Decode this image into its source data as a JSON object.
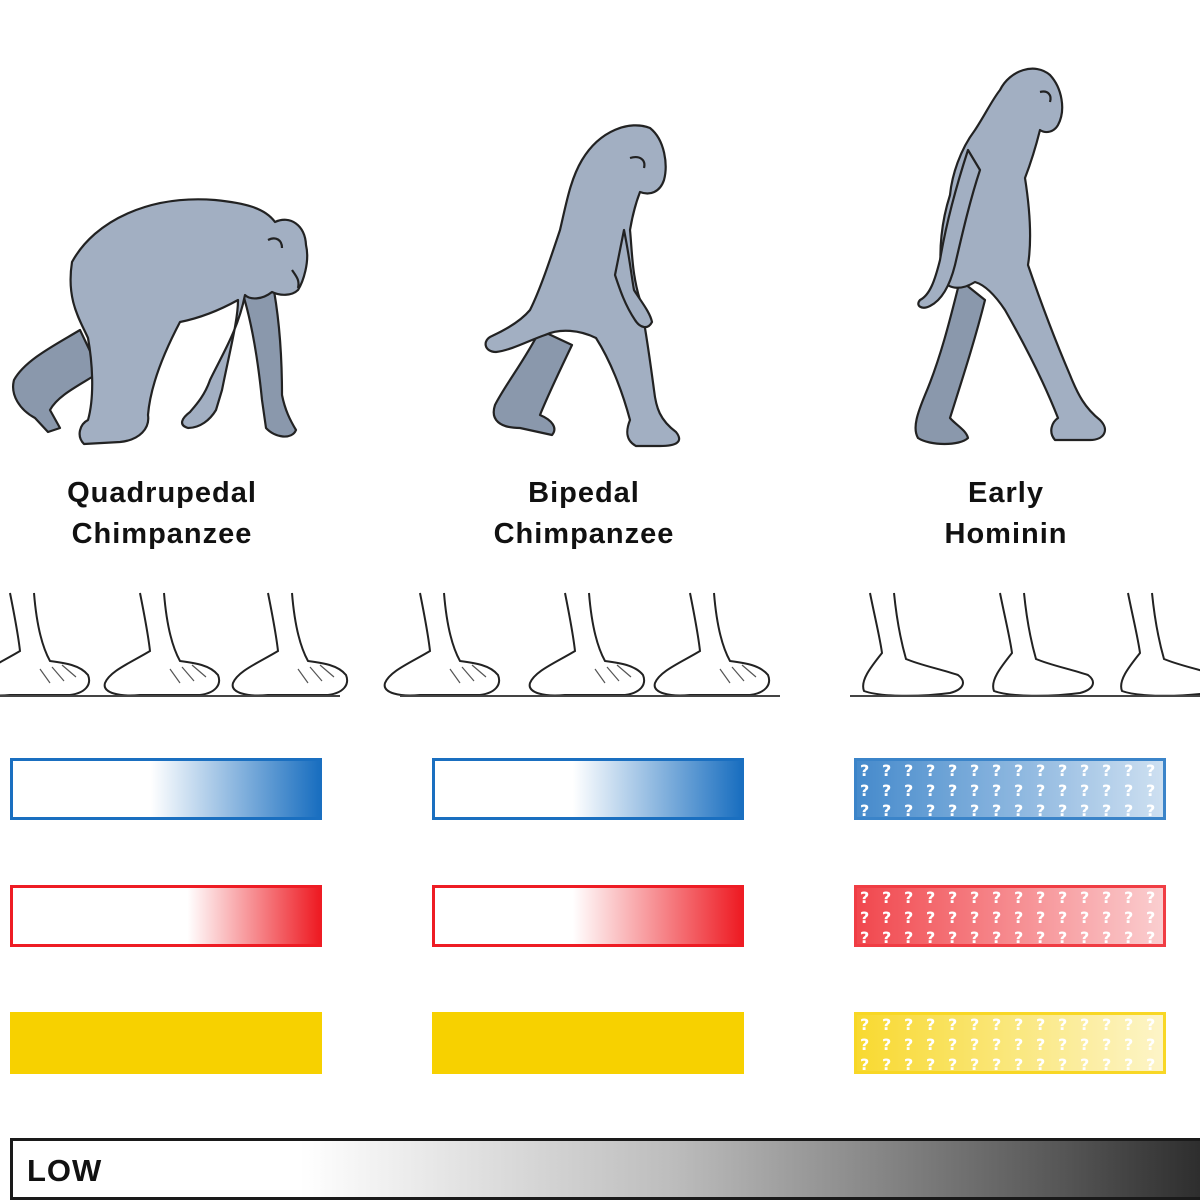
{
  "columns": [
    {
      "id": "quadrupedal-chimpanzee",
      "label_line1": "Quadrupedal",
      "label_line2": "Chimpanzee",
      "bars": [
        {
          "color": "#1a6fc0",
          "style": "gradient",
          "level": 1.0
        },
        {
          "color": "#ee1c24",
          "style": "gradient",
          "level": 0.8
        },
        {
          "color": "#f7d100",
          "style": "solid",
          "level": 1.0
        }
      ]
    },
    {
      "id": "bipedal-chimpanzee",
      "label_line1": "Bipedal",
      "label_line2": "Chimpanzee",
      "bars": [
        {
          "color": "#1a6fc0",
          "style": "gradient",
          "level": 1.0
        },
        {
          "color": "#ee1c24",
          "style": "gradient",
          "level": 1.0
        },
        {
          "color": "#f7d100",
          "style": "solid",
          "level": 1.0
        }
      ]
    },
    {
      "id": "early-hominin",
      "label_line1": "Early",
      "label_line2": "Hominin",
      "bars": [
        {
          "color": "#1a6fc0",
          "style": "unknown",
          "level": 0.6
        },
        {
          "color": "#ee1c24",
          "style": "unknown",
          "level": 0.6
        },
        {
          "color": "#f7d100",
          "style": "unknown",
          "level": 0.6
        }
      ]
    }
  ],
  "scale": {
    "low_label": "LOW"
  },
  "colors": {
    "figure_fill": "#a2afc2",
    "figure_fill_dark": "#8a98ac",
    "outline": "#222222",
    "foot_fill": "#ffffff"
  },
  "icons": [
    "quadrupedal-chimpanzee-figure",
    "bipedal-chimpanzee-figure",
    "early-hominin-figure",
    "foot-sequence-icon",
    "question-mark-pattern"
  ]
}
